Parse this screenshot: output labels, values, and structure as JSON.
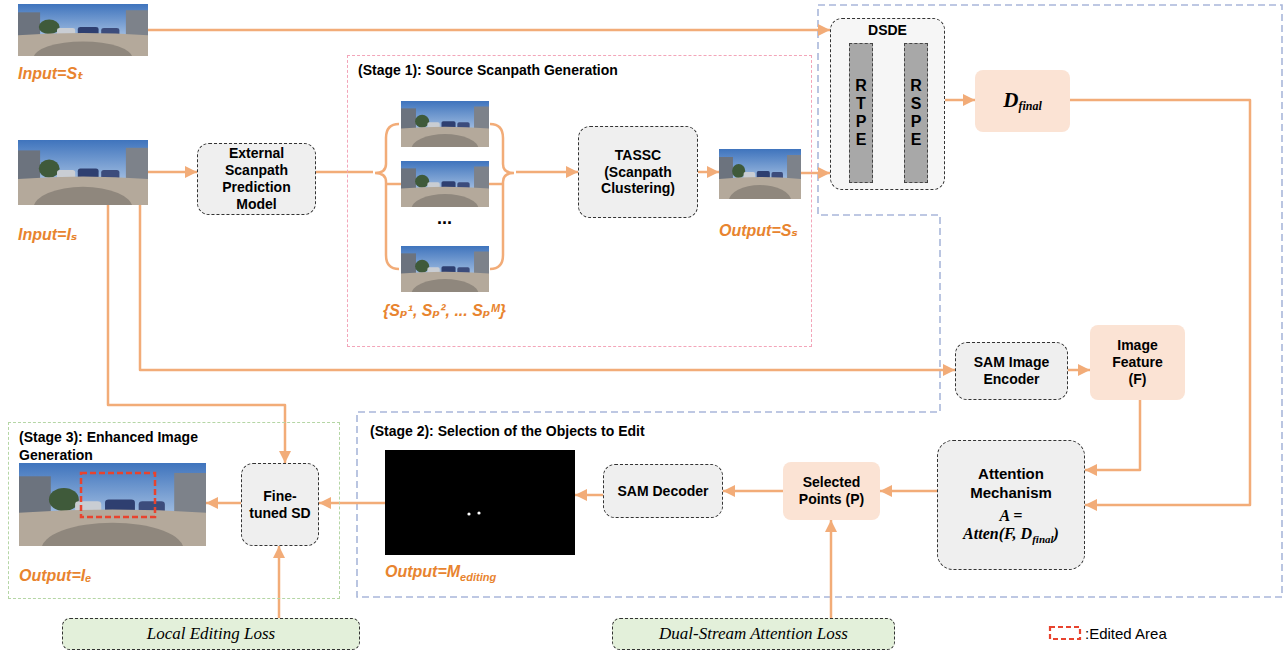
{
  "diagram": {
    "nodes": [
      {
        "text": [
          "Input=Sₜ"
        ]
      },
      {
        "text": [
          "(Stage 2): Selection of the Objects to Edit"
        ]
      },
      {
        "text": [
          "DSDE"
        ],
        "in": 1
      },
      {
        "text": [
          "RTPE"
        ],
        "in": 2
      },
      {
        "text": [
          "RSPE"
        ],
        "in": 2
      },
      {
        "text": [
          "D",
          "final"
        ],
        "in": 1
      },
      {
        "text": [
          "(Stage 1): Source Scanpath Generation"
        ]
      },
      {
        "text": [
          "Input=Iₛ"
        ]
      },
      {
        "text": [
          "External Scanpath Prediction Model"
        ]
      },
      {
        "text": [
          "...",
          "{Sₚ¹, Sₚ², ... Sₚᴹ}"
        ],
        "in": 6
      },
      {
        "text": [
          "TASSC (Scanpath Clustering)"
        ],
        "in": 6
      },
      {
        "text": [
          "Output=Sₛ"
        ],
        "in": 6
      },
      {
        "text": [
          "SAM Image Encoder"
        ],
        "in": 1
      },
      {
        "text": [
          "Image Feature (F)"
        ],
        "in": 1
      },
      {
        "text": [
          "(Stage 3): Enhanced Image Generation"
        ]
      },
      {
        "text": [
          "Output=Iₑ"
        ],
        "in": 14
      },
      {
        "text": [
          "Fine-tuned SD"
        ],
        "in": 14
      },
      {
        "text": [
          "Output=M",
          "editing"
        ],
        "in": 1
      },
      {
        "text": [
          "SAM Decoder"
        ],
        "in": 1
      },
      {
        "text": [
          "Selected Points (P)"
        ],
        "in": 1
      },
      {
        "text": [
          "Attention Mechanism",
          "A =",
          "Atten(F, D",
          "final",
          ")"
        ],
        "in": 1
      },
      {
        "text": [
          "Local Editing Loss"
        ]
      },
      {
        "text": [
          "Dual-Stream Attention Loss"
        ]
      }
    ],
    "edges": [
      {
        "from": 0,
        "to": 2,
        "arrow": "to"
      },
      {
        "from": 7,
        "to": 8,
        "arrow": "to"
      },
      {
        "from": 8,
        "to": 9,
        "arrow": "none"
      },
      {
        "from": 9,
        "to": 10,
        "arrow": "to"
      },
      {
        "from": 10,
        "to": 11,
        "arrow": "to"
      },
      {
        "from": 11,
        "to": 2,
        "arrow": "to"
      },
      {
        "from": 2,
        "to": 5,
        "arrow": "to"
      },
      {
        "from": 5,
        "to": 20,
        "arrow": "to"
      },
      {
        "from": 7,
        "to": 12,
        "arrow": "to"
      },
      {
        "from": 7,
        "to": 16,
        "arrow": "to"
      },
      {
        "from": 12,
        "to": 13,
        "arrow": "to"
      },
      {
        "from": 13,
        "to": 20,
        "arrow": "to"
      },
      {
        "from": 20,
        "to": 19,
        "arrow": "to"
      },
      {
        "from": 19,
        "to": 18,
        "arrow": "to"
      },
      {
        "from": 18,
        "to": 17,
        "arrow": "to"
      },
      {
        "from": 17,
        "to": 16,
        "arrow": "to"
      },
      {
        "from": 16,
        "to": 15,
        "arrow": "to"
      },
      {
        "from": 21,
        "to": 16,
        "arrow": "to"
      },
      {
        "from": 22,
        "to": 19,
        "arrow": "to"
      }
    ],
    "legend": [
      {
        "text": ":Edited Area"
      }
    ]
  }
}
